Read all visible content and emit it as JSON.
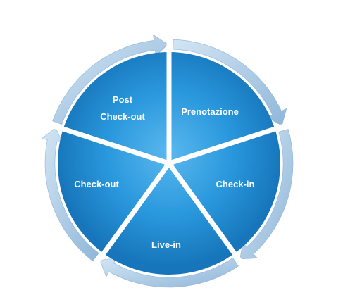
{
  "cycle": {
    "stages": [
      {
        "id": "prenotazione",
        "lines": [
          "Prenotazione"
        ]
      },
      {
        "id": "check-in",
        "lines": [
          "Check-in"
        ]
      },
      {
        "id": "live-in",
        "lines": [
          "Live-in"
        ]
      },
      {
        "id": "check-out",
        "lines": [
          "Check-out"
        ]
      },
      {
        "id": "post-check-out",
        "lines": [
          "Post",
          "Check-out"
        ]
      }
    ],
    "colors": {
      "segment_light": "#5ab8ee",
      "segment_mid": "#2a98dd",
      "segment_dark": "#1776bb",
      "arrow_light": "#d3e5f4",
      "arrow_dark": "#8fb6d9",
      "divider": "#ffffff"
    }
  }
}
